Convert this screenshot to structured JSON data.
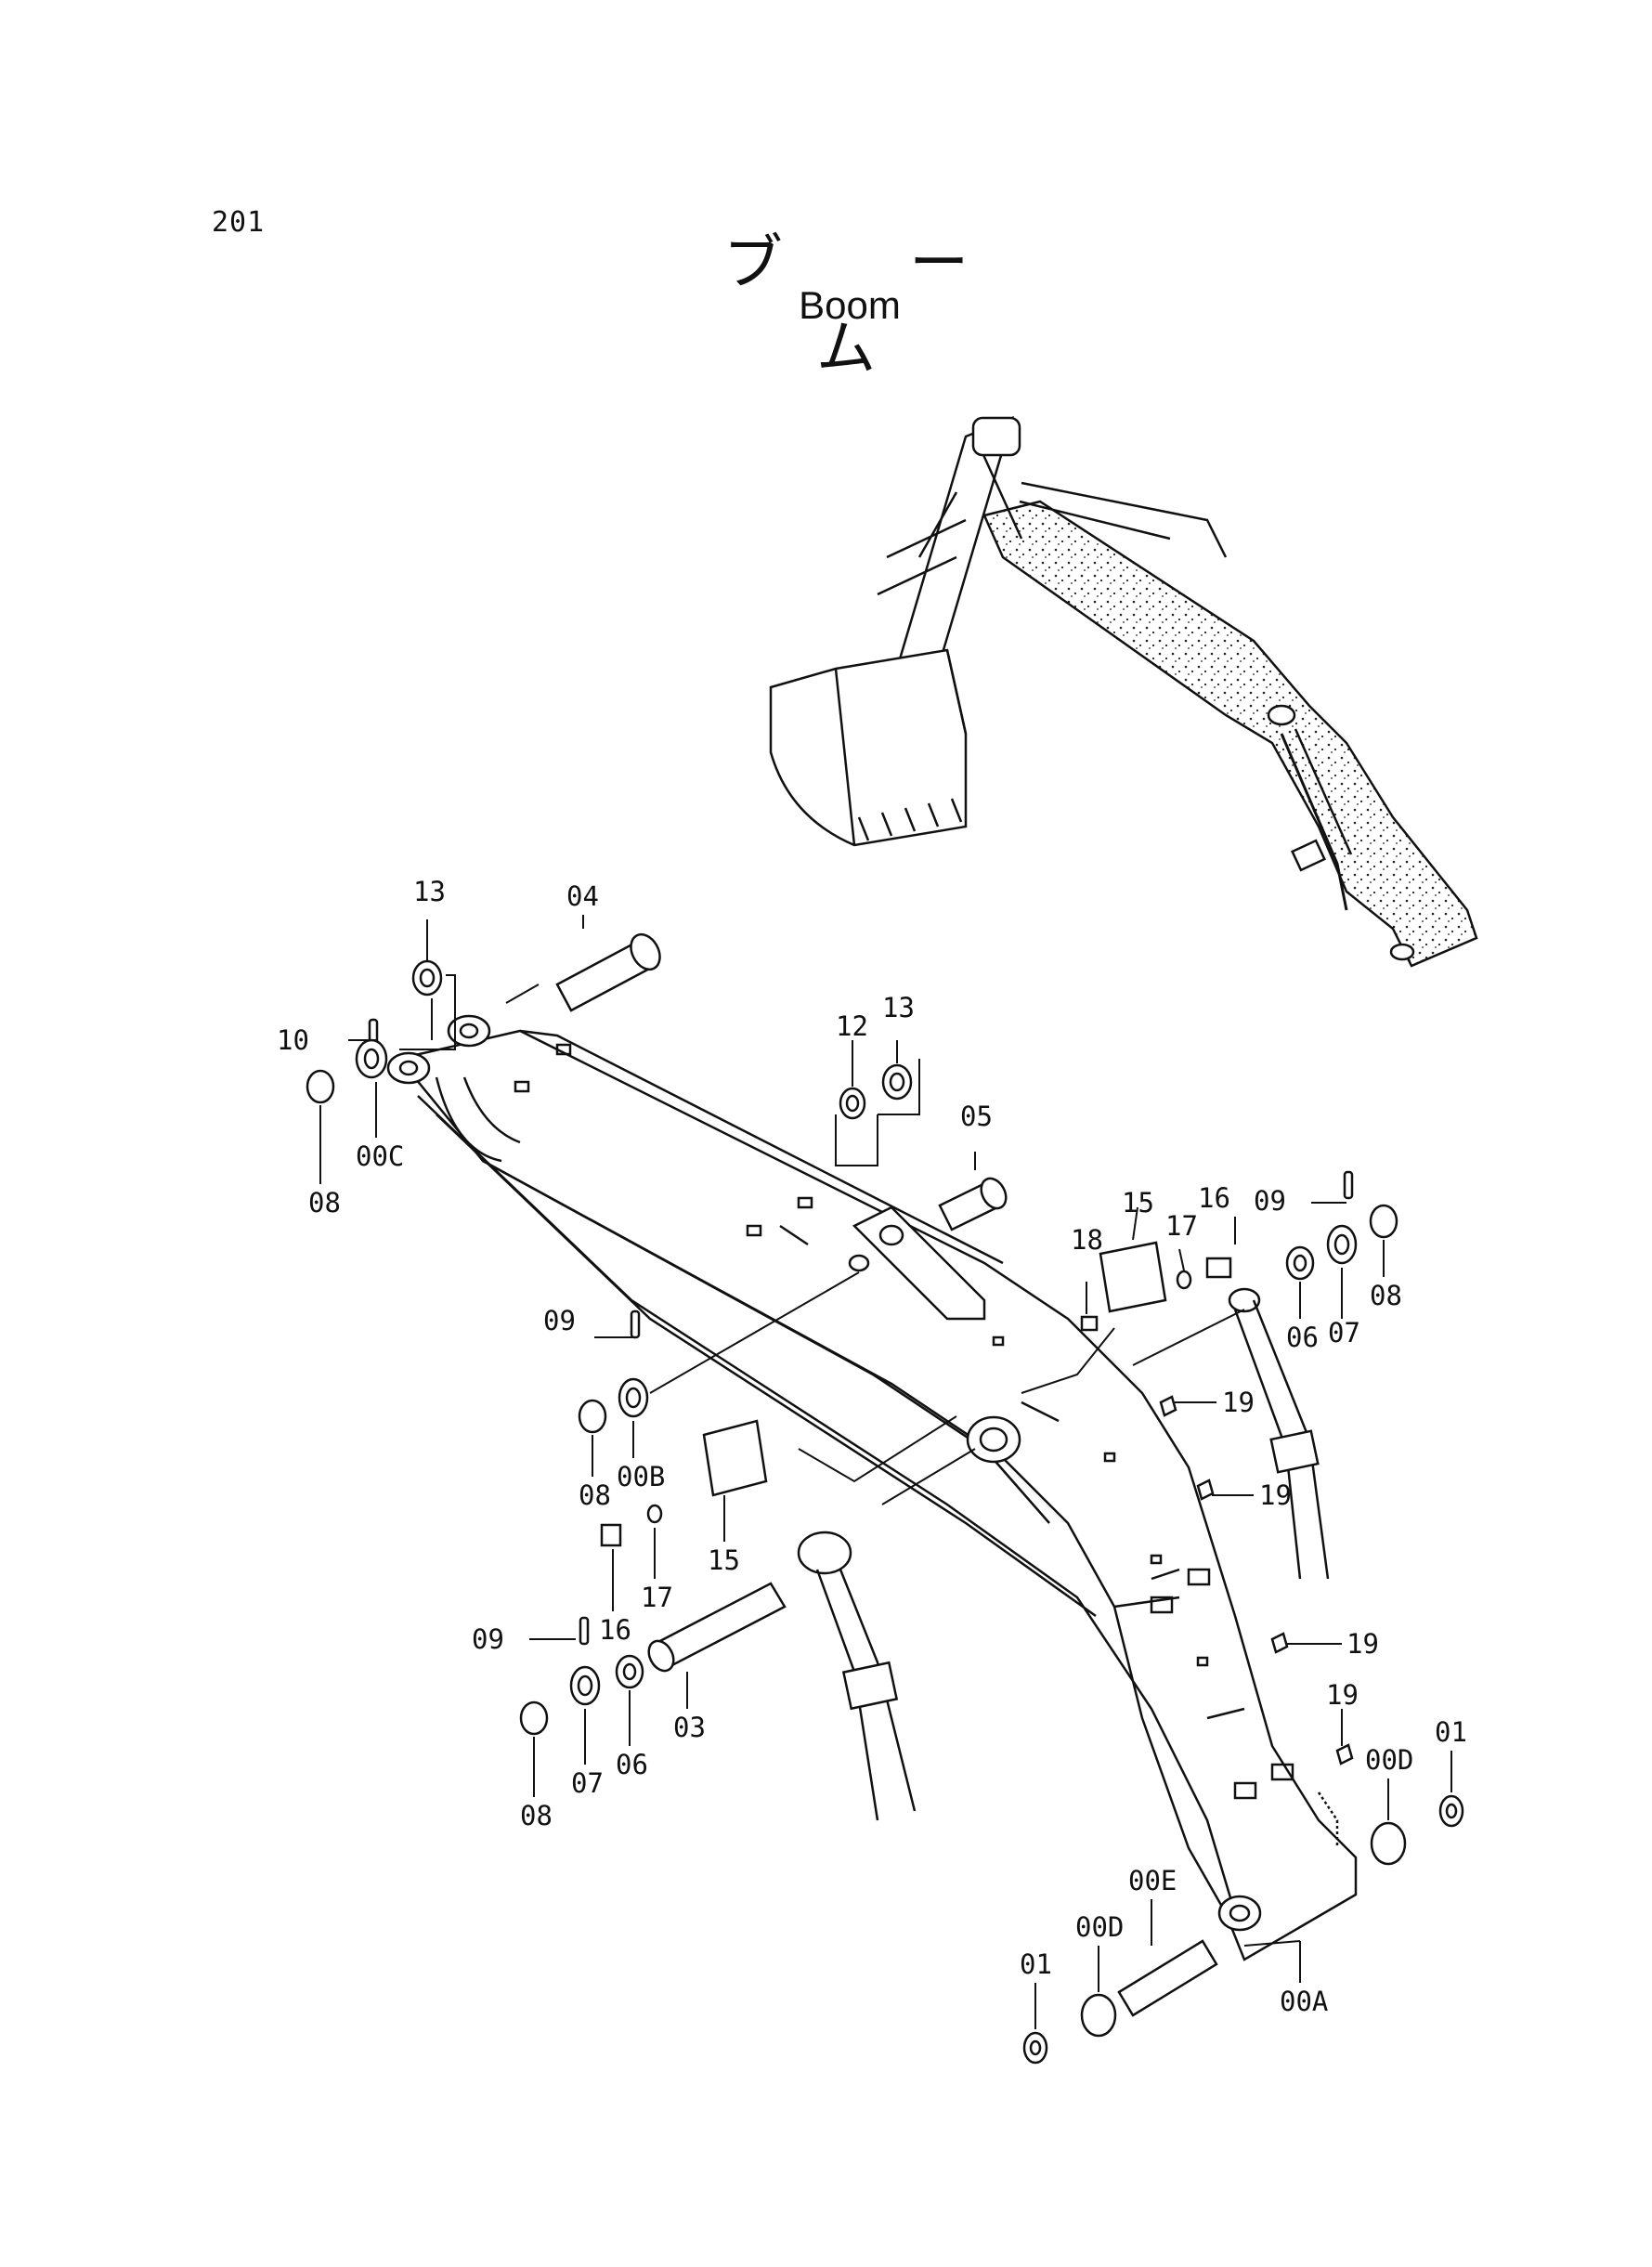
{
  "page_number": "201",
  "title_jp": "ブ ー ム",
  "title_en": "Boom",
  "callouts": {
    "p13a": "13",
    "p04": "04",
    "p10": "10",
    "p08a": "08",
    "p00C": "00C",
    "p12": "12",
    "p13b": "13",
    "p05": "05",
    "p09a": "09",
    "p16a": "16",
    "p17a": "17",
    "p15a": "15",
    "p18": "18",
    "p06a": "06",
    "p07a": "07",
    "p08b": "08",
    "p09b": "09",
    "p08c": "08",
    "p00B": "00B",
    "p19a": "19",
    "p15b": "15",
    "p19b": "19",
    "p16b": "16",
    "p17b": "17",
    "p09c": "09",
    "p03": "03",
    "p19c": "19",
    "p06b": "06",
    "p07b": "07",
    "p08d": "08",
    "p19d": "19",
    "p01a": "01",
    "p00Da": "00D",
    "p00Db": "00D",
    "p00E": "00E",
    "p01b": "01",
    "p00A": "00A"
  }
}
